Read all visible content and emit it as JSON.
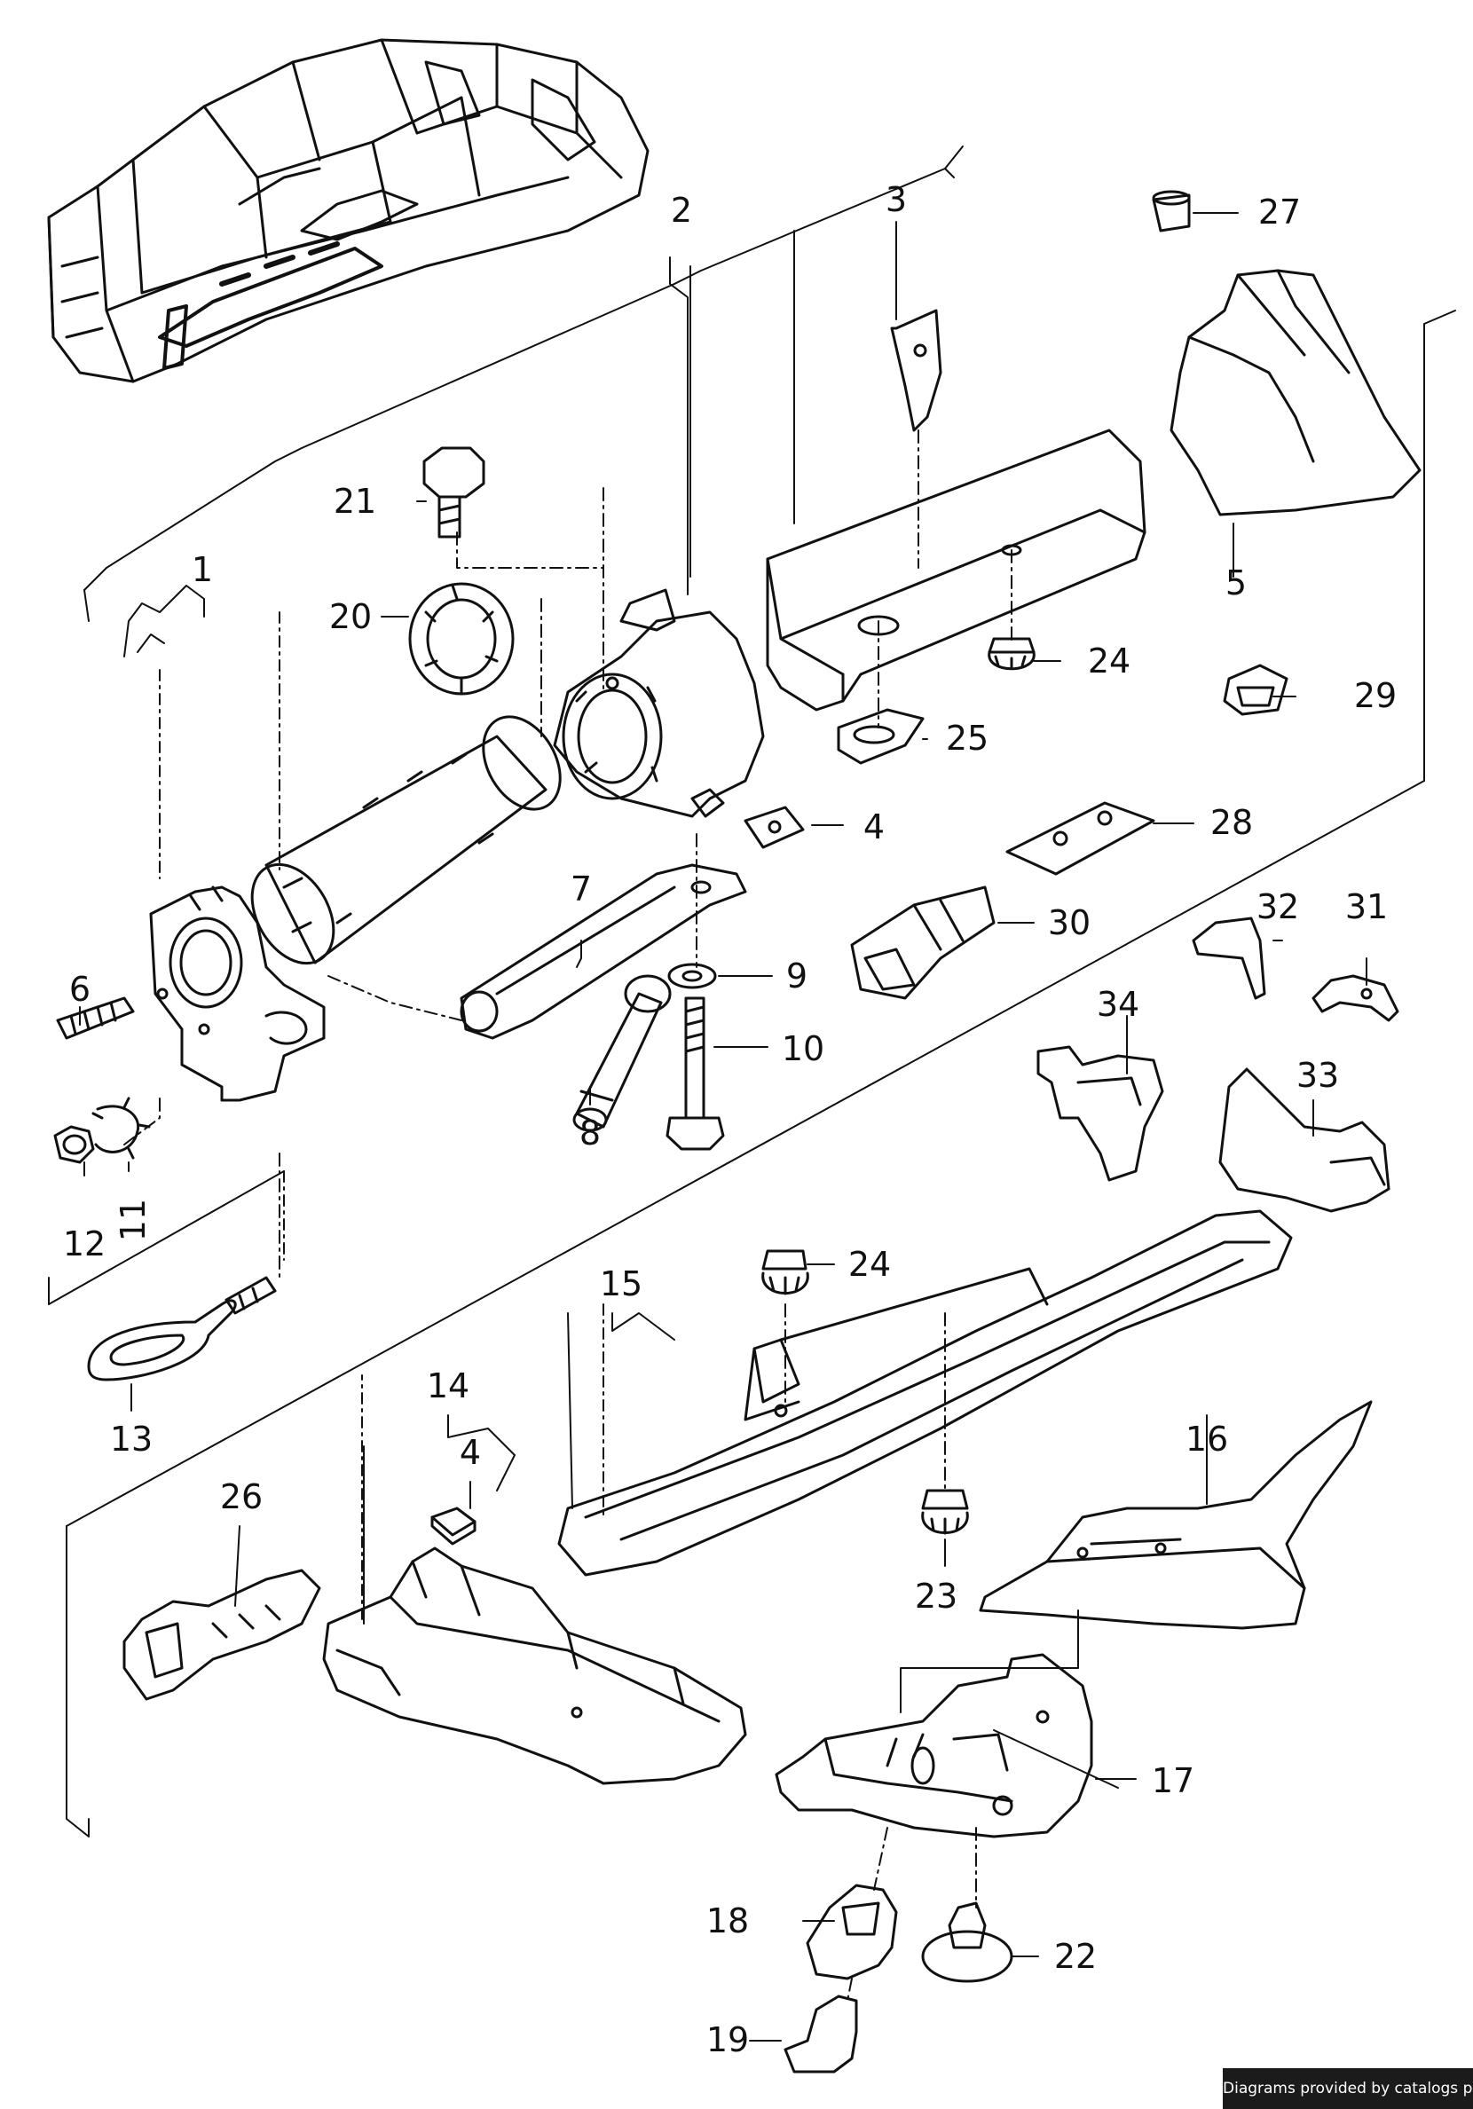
{
  "diagram": {
    "labels": [
      "1",
      "2",
      "3",
      "4",
      "5",
      "6",
      "7",
      "8",
      "9",
      "10",
      "11",
      "12",
      "13",
      "14",
      "15",
      "16",
      "17",
      "18",
      "19",
      "20",
      "21",
      "22",
      "23",
      "24",
      "25",
      "26",
      "27",
      "28",
      "29",
      "30",
      "31",
      "32",
      "33",
      "34",
      "4",
      "24"
    ]
  },
  "footer": {
    "text": "Diagrams provided by catalogs parts"
  }
}
